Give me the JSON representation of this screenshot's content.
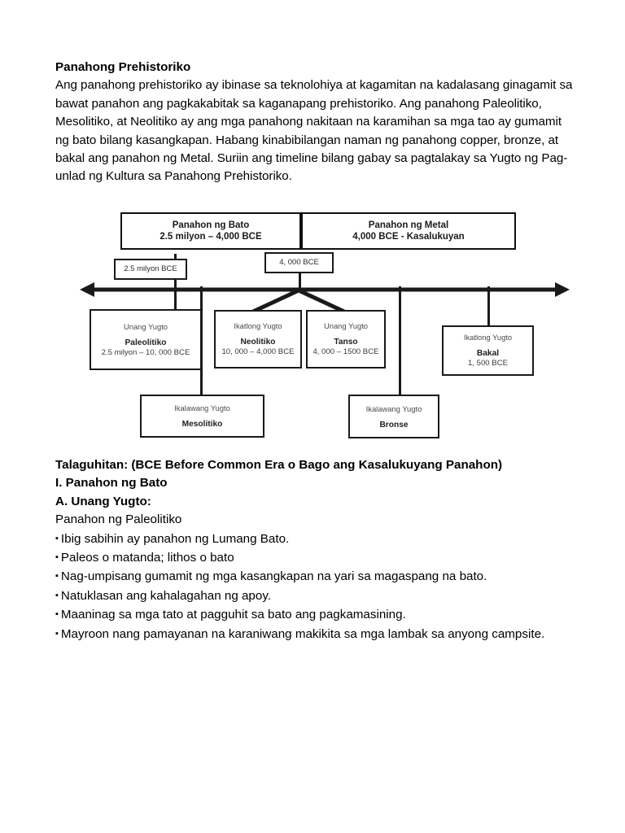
{
  "document": {
    "title": "Panahong Prehistoriko",
    "intro_paragraph": "Ang panahong prehistoriko ay ibinase sa teknolohiya at kagamitan na kadalasang ginagamit sa bawat panahon ang pagkakabitak sa kaganapang prehistoriko. Ang panahong Paleolitiko, Mesolitiko, at Neolitiko ay ang mga panahong nakitaan na karamihan sa mga tao ay gumamit ng bato bilang kasangkapan. Habang kinabibilangan naman ng panahong copper, bronze, at bakal ang panahon ng Metal. Suriin ang timeline bilang gabay sa pagtalakay sa Yugto ng Pag-unlad ng Kultura  sa Panahong Prehistoriko."
  },
  "timeline": {
    "eras": [
      {
        "name": "Panahon ng Bato",
        "range": "2.5 milyon – 4,000 BCE"
      },
      {
        "name": "Panahon ng Metal",
        "range": "4,000 BCE - Kasalukuyan"
      }
    ],
    "markers": [
      {
        "label": "2.5 milyon BCE"
      },
      {
        "label": "4, 000 BCE"
      }
    ],
    "stages": [
      {
        "stage": "Unang Yugto",
        "name": "Paleolitiko",
        "range": "2.5 milyon – 10, 000 BCE"
      },
      {
        "stage": "Ikalawang Yugto",
        "name": "Mesolitiko",
        "range": ""
      },
      {
        "stage": "Ikatlong Yugto",
        "name": "Neolitiko",
        "range": "10, 000 – 4,000 BCE"
      },
      {
        "stage": "Unang Yugto",
        "name": "Tanso",
        "range": "4, 000 – 1500 BCE"
      },
      {
        "stage": "Ikalawang Yugto",
        "name": "Bronse",
        "range": ""
      },
      {
        "stage": "Ikatlong Yugto",
        "name": "Bakal",
        "range": "1, 500 BCE"
      }
    ]
  },
  "legend": {
    "talaguhitan": "Talaguhitan: (BCE Before Common Era o Bago ang Kasalukuyang Panahon)",
    "section_i": "I. Panahon ng Bato",
    "section_a": "A. Unang Yugto:",
    "subtitle": "Panahon ng Paleolitiko",
    "bullets": [
      "Ibig sabihin ay panahon ng Lumang Bato.",
      "Paleos o matanda; lithos o bato",
      "Nag-umpisang gumamit ng mga kasangkapan na yari sa magaspang na bato.",
      "Natuklasan ang kahalagahan ng apoy.",
      "Maaninag sa mga tato at pagguhit sa bato ang pagkamasining.",
      "Mayroon nang pamayanan na karaniwang makikita sa mga lambak sa anyong campsite."
    ],
    "bullet_mark": "▪"
  },
  "colors": {
    "ink": "#000000",
    "line": "#1a1a1a",
    "page_bg": "#ffffff"
  }
}
